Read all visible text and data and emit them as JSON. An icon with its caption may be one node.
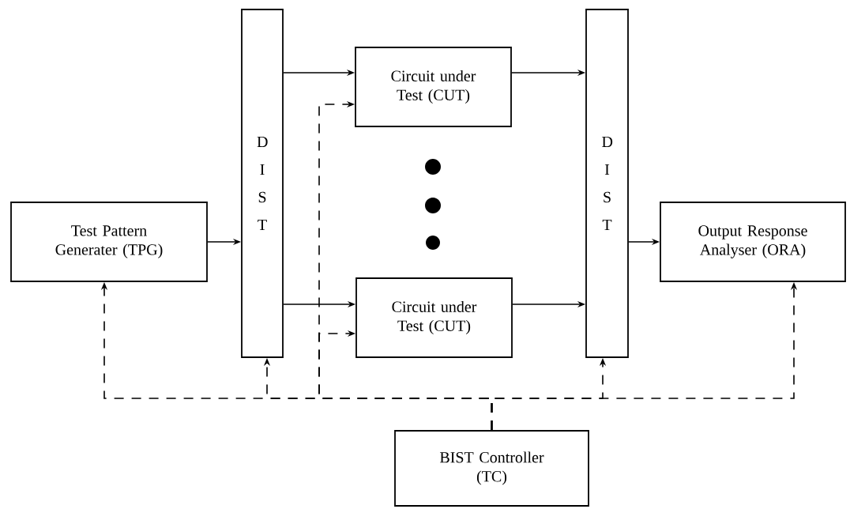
{
  "diagram": {
    "nodes": [
      {
        "text": [
          "Test Pattern Generater (TPG)"
        ]
      },
      {
        "text": [
          "D I S T"
        ]
      },
      {
        "text": [
          "Circuit under Test (CUT)"
        ]
      },
      {
        "text": [
          "Circuit under Test (CUT)"
        ]
      },
      {
        "text": [
          "D I S T"
        ]
      },
      {
        "text": [
          "Output Response Analyser (ORA)"
        ]
      },
      {
        "text": [
          "BIST Controller (TC)"
        ]
      }
    ],
    "edges": [
      {
        "from": 0,
        "to": 1,
        "arrow": "to"
      },
      {
        "from": 1,
        "to": 2,
        "arrow": "to"
      },
      {
        "from": 1,
        "to": 3,
        "arrow": "to"
      },
      {
        "from": 2,
        "to": 4,
        "arrow": "to"
      },
      {
        "from": 3,
        "to": 4,
        "arrow": "to"
      },
      {
        "from": 4,
        "to": 5,
        "arrow": "to"
      },
      {
        "from": 6,
        "to": 0,
        "arrow": "to",
        "style": "dashed"
      },
      {
        "from": 6,
        "to": 1,
        "arrow": "to",
        "style": "dashed"
      },
      {
        "from": 6,
        "to": 2,
        "arrow": "to",
        "style": "dashed"
      },
      {
        "from": 6,
        "to": 3,
        "arrow": "to",
        "style": "dashed"
      },
      {
        "from": 6,
        "to": 4,
        "arrow": "to",
        "style": "dashed"
      },
      {
        "from": 6,
        "to": 5,
        "arrow": "to",
        "style": "dashed"
      }
    ]
  }
}
